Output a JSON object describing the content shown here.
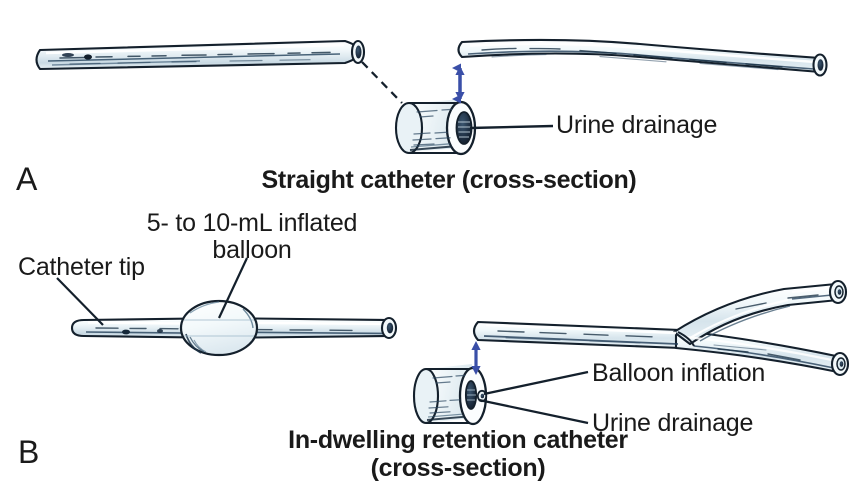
{
  "figure": {
    "title_absent": true,
    "background_color": "#ffffff",
    "ink_color": "#1a1a2e",
    "tube_fill_color": "#eef5f8",
    "tube_shade_color": "#2d4a63",
    "arrow_color": "#3a4fa8",
    "text_color": "#1a1a1a"
  },
  "panels": [
    {
      "letter": "A",
      "caption": "Straight catheter (cross-section)",
      "labels": [
        {
          "name": "urine-drainage",
          "text": "Urine drainage"
        }
      ]
    },
    {
      "letter": "B",
      "caption_line1": "In-dwelling retention catheter",
      "caption_line2": "(cross-section)",
      "labels": [
        {
          "name": "catheter-tip",
          "text": "Catheter tip"
        },
        {
          "name": "inflated-balloon-line1",
          "text": "5- to 10-mL inflated"
        },
        {
          "name": "inflated-balloon-line2",
          "text": "balloon"
        },
        {
          "name": "balloon-inflation",
          "text": "Balloon inflation"
        },
        {
          "name": "urine-drainage",
          "text": "Urine drainage"
        }
      ]
    }
  ],
  "icons": {
    "double_arrow": "double-headed-vertical-arrow-icon",
    "dashed_connector": "dashed-connector-line-icon",
    "leader_line": "leader-line-icon"
  }
}
